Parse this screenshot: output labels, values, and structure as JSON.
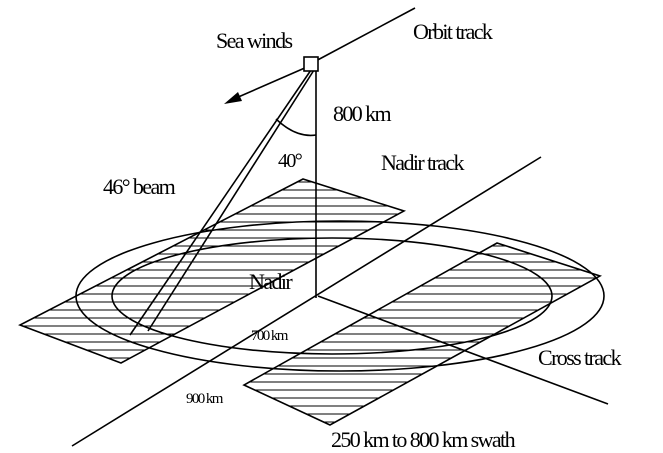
{
  "labels": {
    "seawinds": "Sea winds",
    "orbit_track": "Orbit track",
    "altitude": "800 km",
    "angle": "40°",
    "nadir_track": "Nadir track",
    "beam": "46° beam",
    "nadir": "Nadir",
    "inner_radius": "700 km",
    "outer_radius": "900 km",
    "cross_track": "Cross track",
    "swath": "250 km to 800 km swath"
  }
}
